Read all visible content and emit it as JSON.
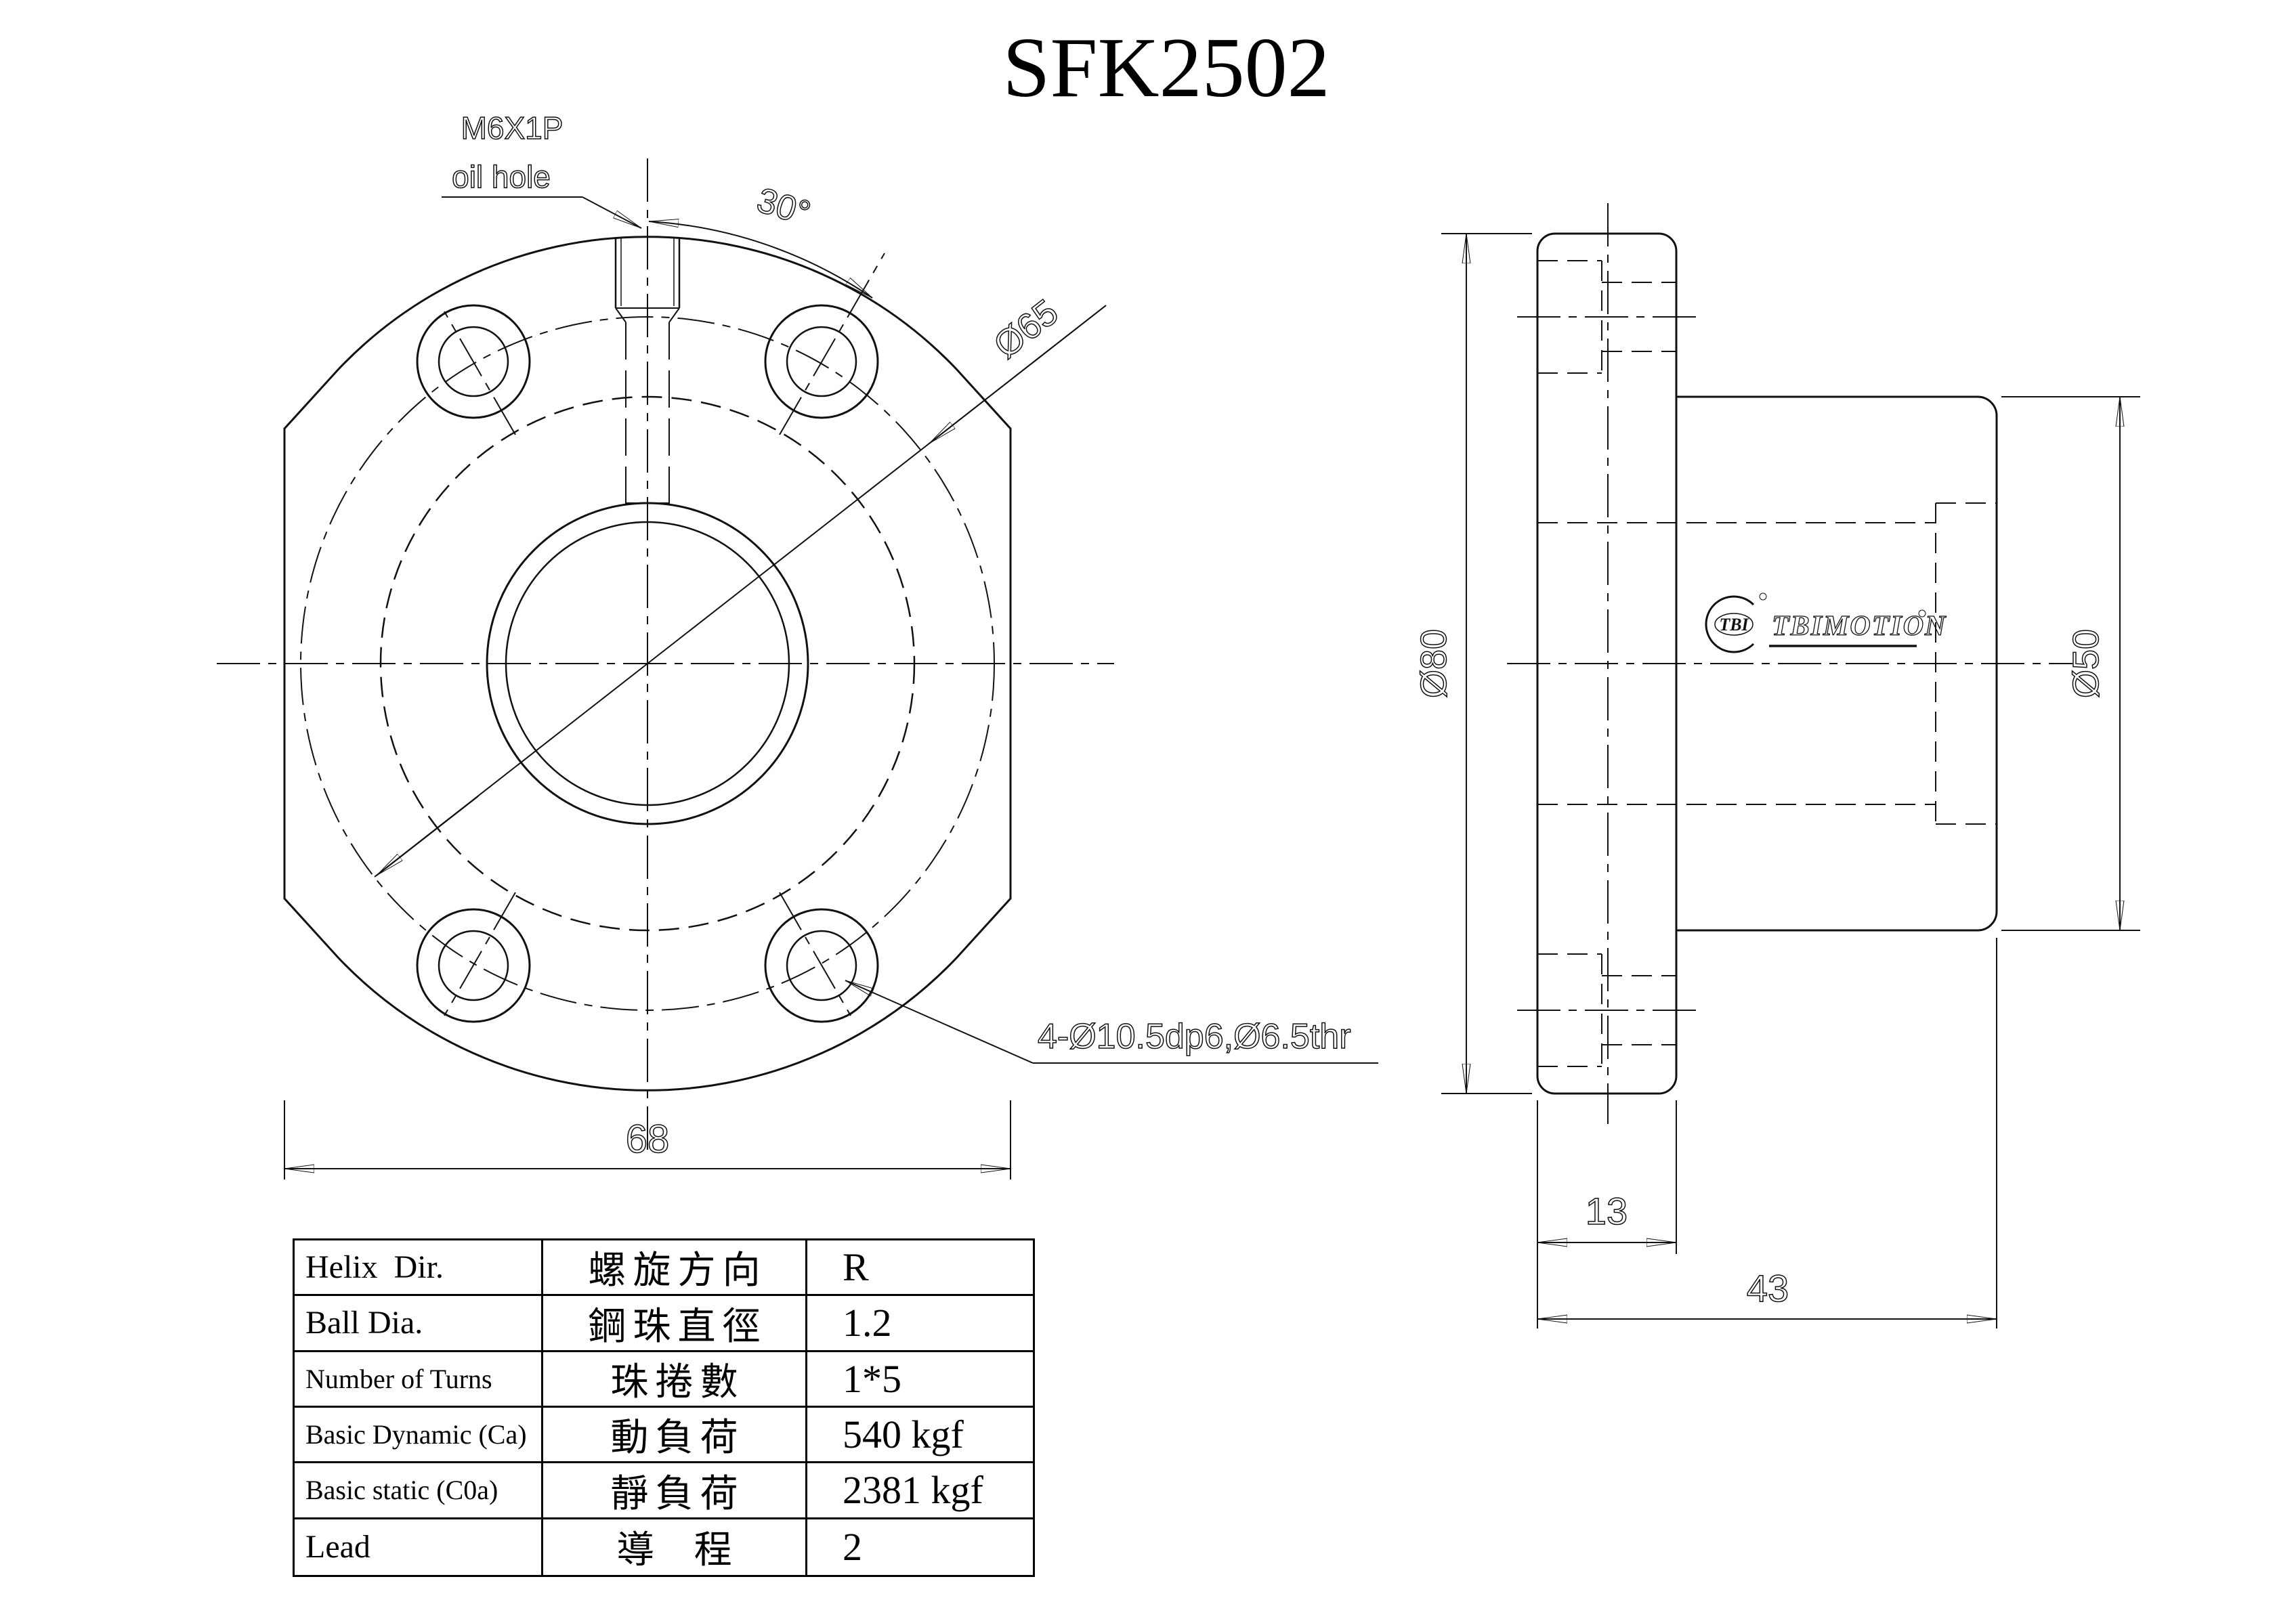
{
  "title": "SFK2502",
  "front_view": {
    "oil_hole_label_line1": "M6X1P",
    "oil_hole_label_line2": "oil hole",
    "angle_label": "30°",
    "bolt_circle_label": "Ø65",
    "width_across_flats_label": "68",
    "bolt_holes_label": "4-Ø10.5dp6,Ø6.5thr"
  },
  "side_view": {
    "flange_diameter_label": "Ø80",
    "body_diameter_label": "Ø50",
    "flange_thickness_label": "13",
    "total_length_label": "43",
    "logo_monogram": "TBI",
    "brand_text": "TBIMOTION"
  },
  "spec_table": {
    "rows": [
      {
        "en": "Helix  Dir.",
        "zh": "螺旋方向",
        "value": "R"
      },
      {
        "en": "Ball Dia.",
        "zh": "鋼珠直徑",
        "value": "1.2"
      },
      {
        "en": "Number of Turns",
        "zh": "珠捲數",
        "value": "1*5"
      },
      {
        "en": "Basic Dynamic (Ca)",
        "zh": "動負荷",
        "value": "540 kgf"
      },
      {
        "en": "Basic static (C0a)",
        "zh": "靜負荷",
        "value": "2381 kgf"
      },
      {
        "en": "Lead",
        "zh": "導  程",
        "value": "2"
      }
    ]
  },
  "colors": {
    "line": "#111111",
    "background": "#ffffff",
    "text": "#000000"
  }
}
